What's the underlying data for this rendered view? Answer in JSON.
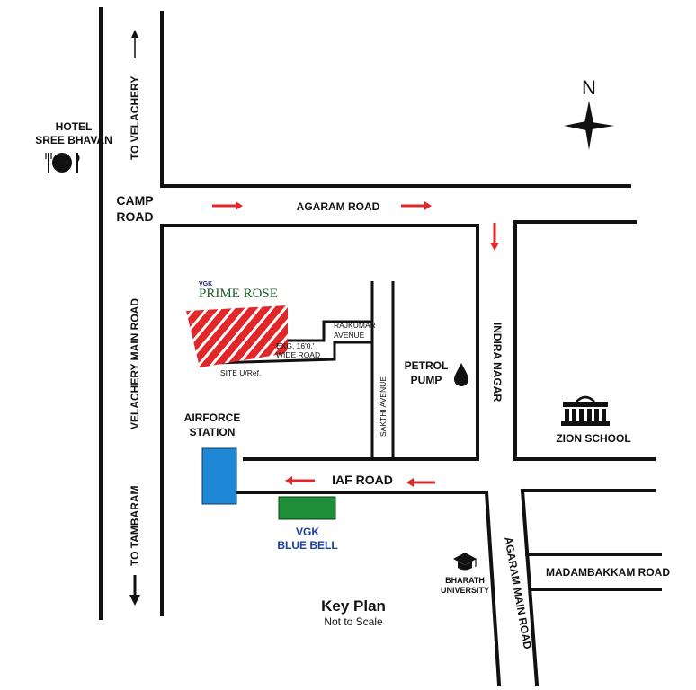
{
  "title": "Key Plan",
  "subtitle": "Not to Scale",
  "compass": {
    "label": "N"
  },
  "roads": {
    "to_velachery": "TO VELACHERY",
    "to_tambaram": "TO TAMBARAM",
    "velachery_main_road": "VELACHERY MAIN ROAD",
    "camp_road": [
      "CAMP",
      "ROAD"
    ],
    "agaram_road": "AGARAM ROAD",
    "indira_nagar": "INDIRA NAGAR",
    "iaf_road": "IAF ROAD",
    "agaram_main_road": "AGARAM MAIN ROAD",
    "madambakkam_road": "MADAMBAKKAM ROAD",
    "sakthi_avenue": "SAKTHI AVENUE",
    "rajkumar_avenue": [
      "RAJKUMAR",
      "AVENUE"
    ],
    "exg_wide_road": [
      "EXG. 16'0.'",
      "WIDE ROAD"
    ]
  },
  "landmarks": {
    "hotel": [
      "HOTEL",
      "SREE BHAVAN"
    ],
    "airforce_station": [
      "AIRFORCE",
      "STATION"
    ],
    "petrol_pump": [
      "PETROL",
      "PUMP"
    ],
    "zion_school": "ZION SCHOOL",
    "bharath_university": [
      "BHARATH",
      "UNIVERSITY"
    ],
    "vgk_blue_bell": [
      "VGK",
      "BLUE BELL"
    ],
    "site_ref": "SITE U/Ref."
  },
  "brand": {
    "tag": "VGK",
    "name": "PRIME ROSE"
  },
  "colors": {
    "road": "#111111",
    "arrow": "#e0282b",
    "site_hatch": "#e0282b",
    "airforce": "#1e88d6",
    "blue_bell": "#1f8f3a",
    "blue_bell_text": "#1a3fa0",
    "brand_green": "#1b5e2a"
  },
  "icons": {
    "hotel": "plate-fork-knife-icon",
    "compass": "compass-star-icon",
    "petrol": "fuel-drop-icon",
    "school": "school-building-icon",
    "university": "graduation-cap-icon"
  }
}
